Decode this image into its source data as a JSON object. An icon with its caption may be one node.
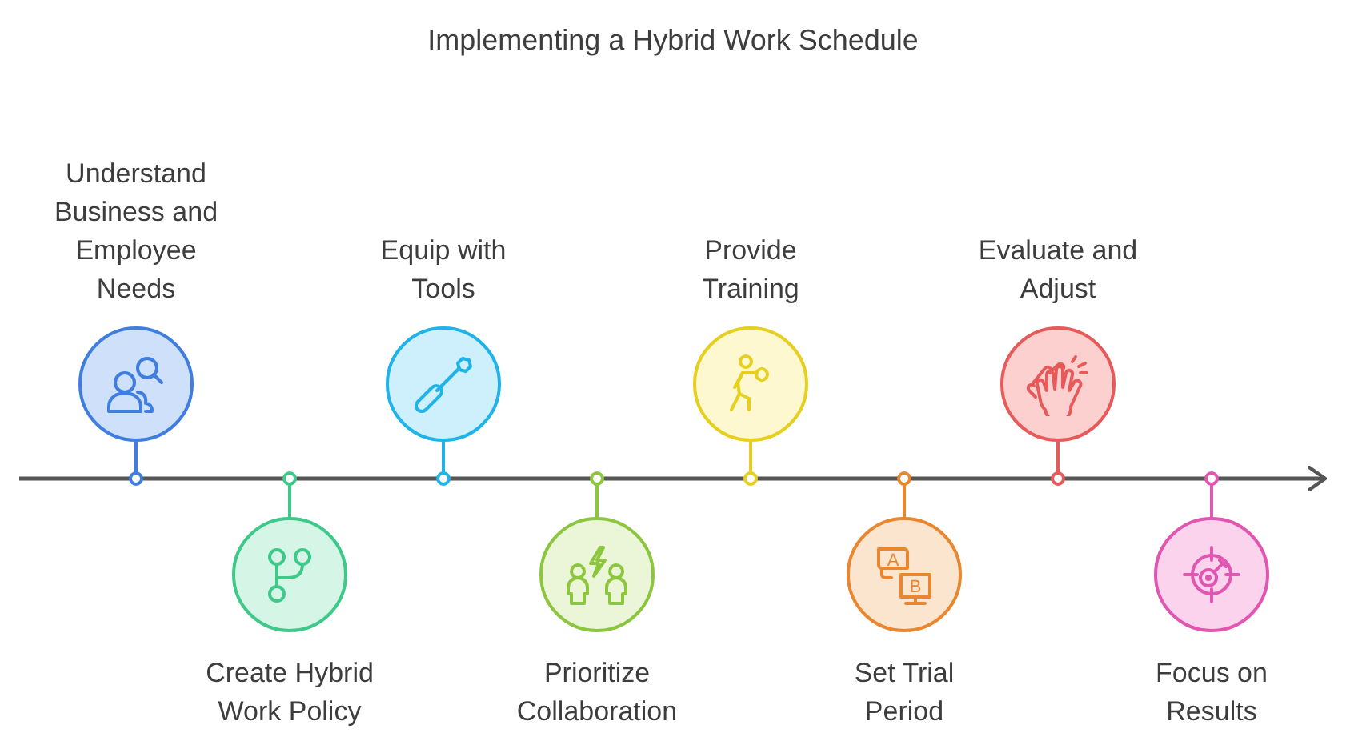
{
  "diagram": {
    "title": "Implementing a Hybrid Work Schedule",
    "nodes": [
      {
        "text": [
          "Understand Business and Employee Needs"
        ]
      },
      {
        "text": [
          "Create Hybrid Work Policy"
        ]
      },
      {
        "text": [
          "Equip with Tools"
        ]
      },
      {
        "text": [
          "Prioritize Collaboration"
        ]
      },
      {
        "text": [
          "Provide Training"
        ]
      },
      {
        "text": [
          "Set Trial Period"
        ]
      },
      {
        "text": [
          "Evaluate and Adjust"
        ]
      },
      {
        "text": [
          "Focus on Results"
        ]
      }
    ],
    "labels": [
      "A",
      "B"
    ]
  }
}
